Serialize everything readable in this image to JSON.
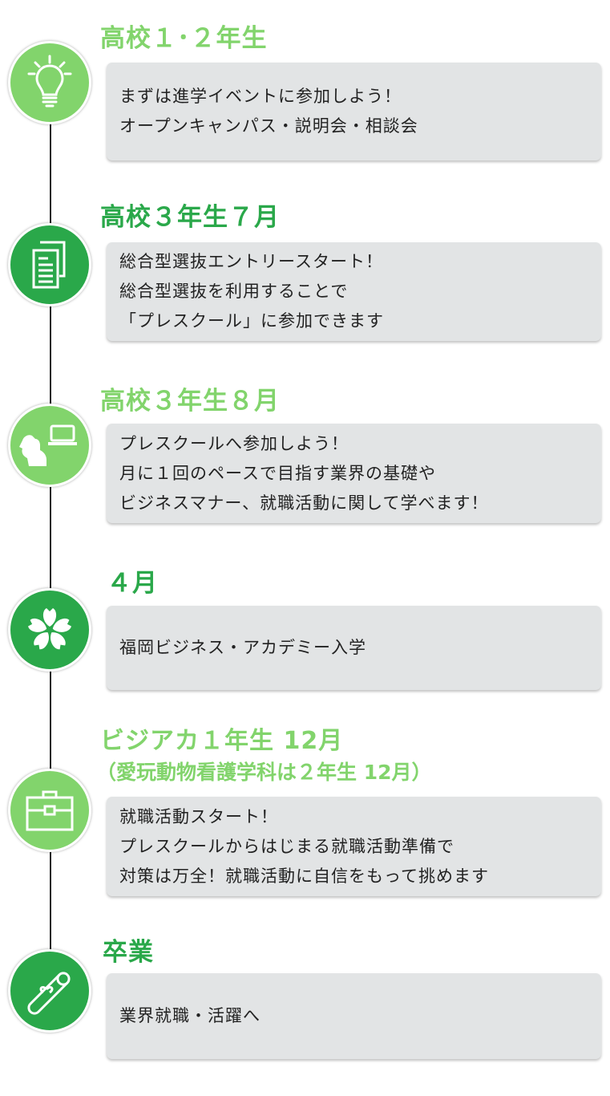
{
  "colors": {
    "light_green": "#82d46c",
    "dark_green": "#2aa84a",
    "box": "#e2e4e5"
  },
  "steps": [
    {
      "icon": "lightbulb-icon",
      "heading": "高校１･２年生",
      "lines": [
        "まずは進学イベントに参加しよう！",
        "オープンキャンパス・説明会・相談会"
      ]
    },
    {
      "icon": "documents-icon",
      "heading": "高校３年生７月",
      "lines": [
        "総合型選抜エントリースタート！",
        "総合型選抜を利用することで",
        "「プレスクール」に参加できます"
      ]
    },
    {
      "icon": "dog-laptop-icon",
      "heading": "高校３年生８月",
      "lines": [
        "プレスクールへ参加しよう！",
        "月に１回のペースで目指す業界の基礎や",
        "ビジネスマナー、就職活動に関して学べます！"
      ]
    },
    {
      "icon": "sakura-icon",
      "heading": "４月",
      "lines": [
        "福岡ビジネス・アカデミー入学"
      ]
    },
    {
      "icon": "briefcase-icon",
      "heading": "ビジアカ１年生 12月",
      "subheading": "（愛玩動物看護学科は２年生 12月）",
      "lines": [
        "就職活動スタート！",
        "プレスクールからはじまる就職活動準備で",
        "対策は万全！就職活動に自信をもって挑めます"
      ]
    },
    {
      "icon": "diploma-icon",
      "heading": "卒業",
      "lines": [
        "業界就職・活躍へ"
      ]
    }
  ]
}
